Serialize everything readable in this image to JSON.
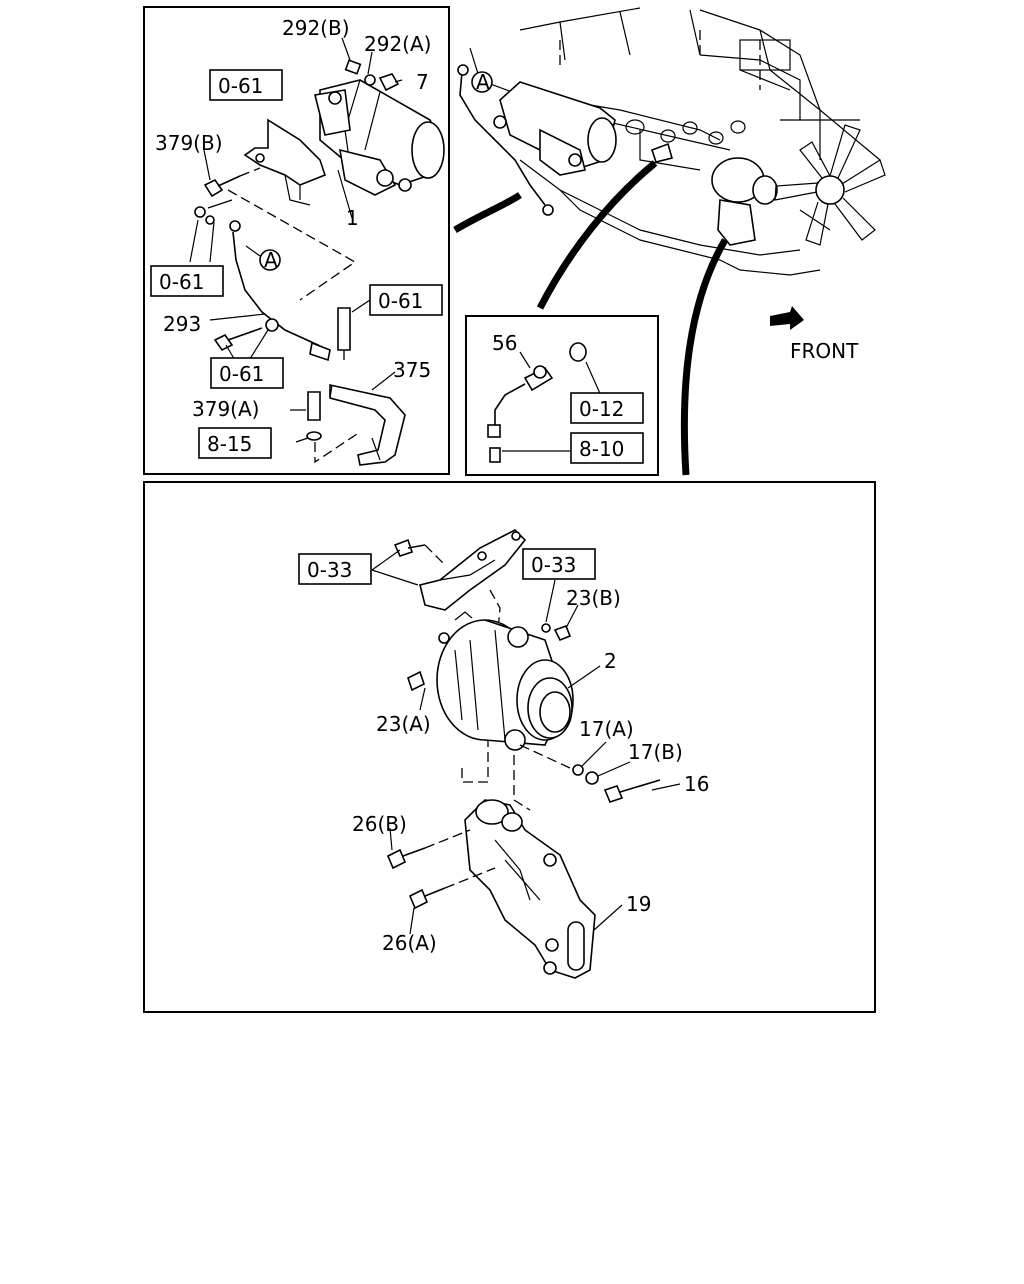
{
  "diagram": {
    "front_label": "FRONT",
    "connector_letter": "A",
    "callouts": {
      "p292b": "292(B)",
      "p292a": "292(A)",
      "p7": "7",
      "p379b": "379(B)",
      "p1": "1",
      "p293": "293",
      "p375": "375",
      "p379a": "379(A)",
      "p56": "56",
      "p2": "2",
      "p23b": "23(B)",
      "p23a": "23(A)",
      "p17a": "17(A)",
      "p17b": "17(B)",
      "p16": "16",
      "p26b": "26(B)",
      "p26a": "26(A)",
      "p19": "19"
    },
    "refs": {
      "r061_top": "0-61",
      "r061_left": "0-61",
      "r061_right": "0-61",
      "r061_bottom": "0-61",
      "r815": "8-15",
      "r012": "0-12",
      "r810": "8-10",
      "r033_left": "0-33",
      "r033_right": "0-33"
    }
  }
}
